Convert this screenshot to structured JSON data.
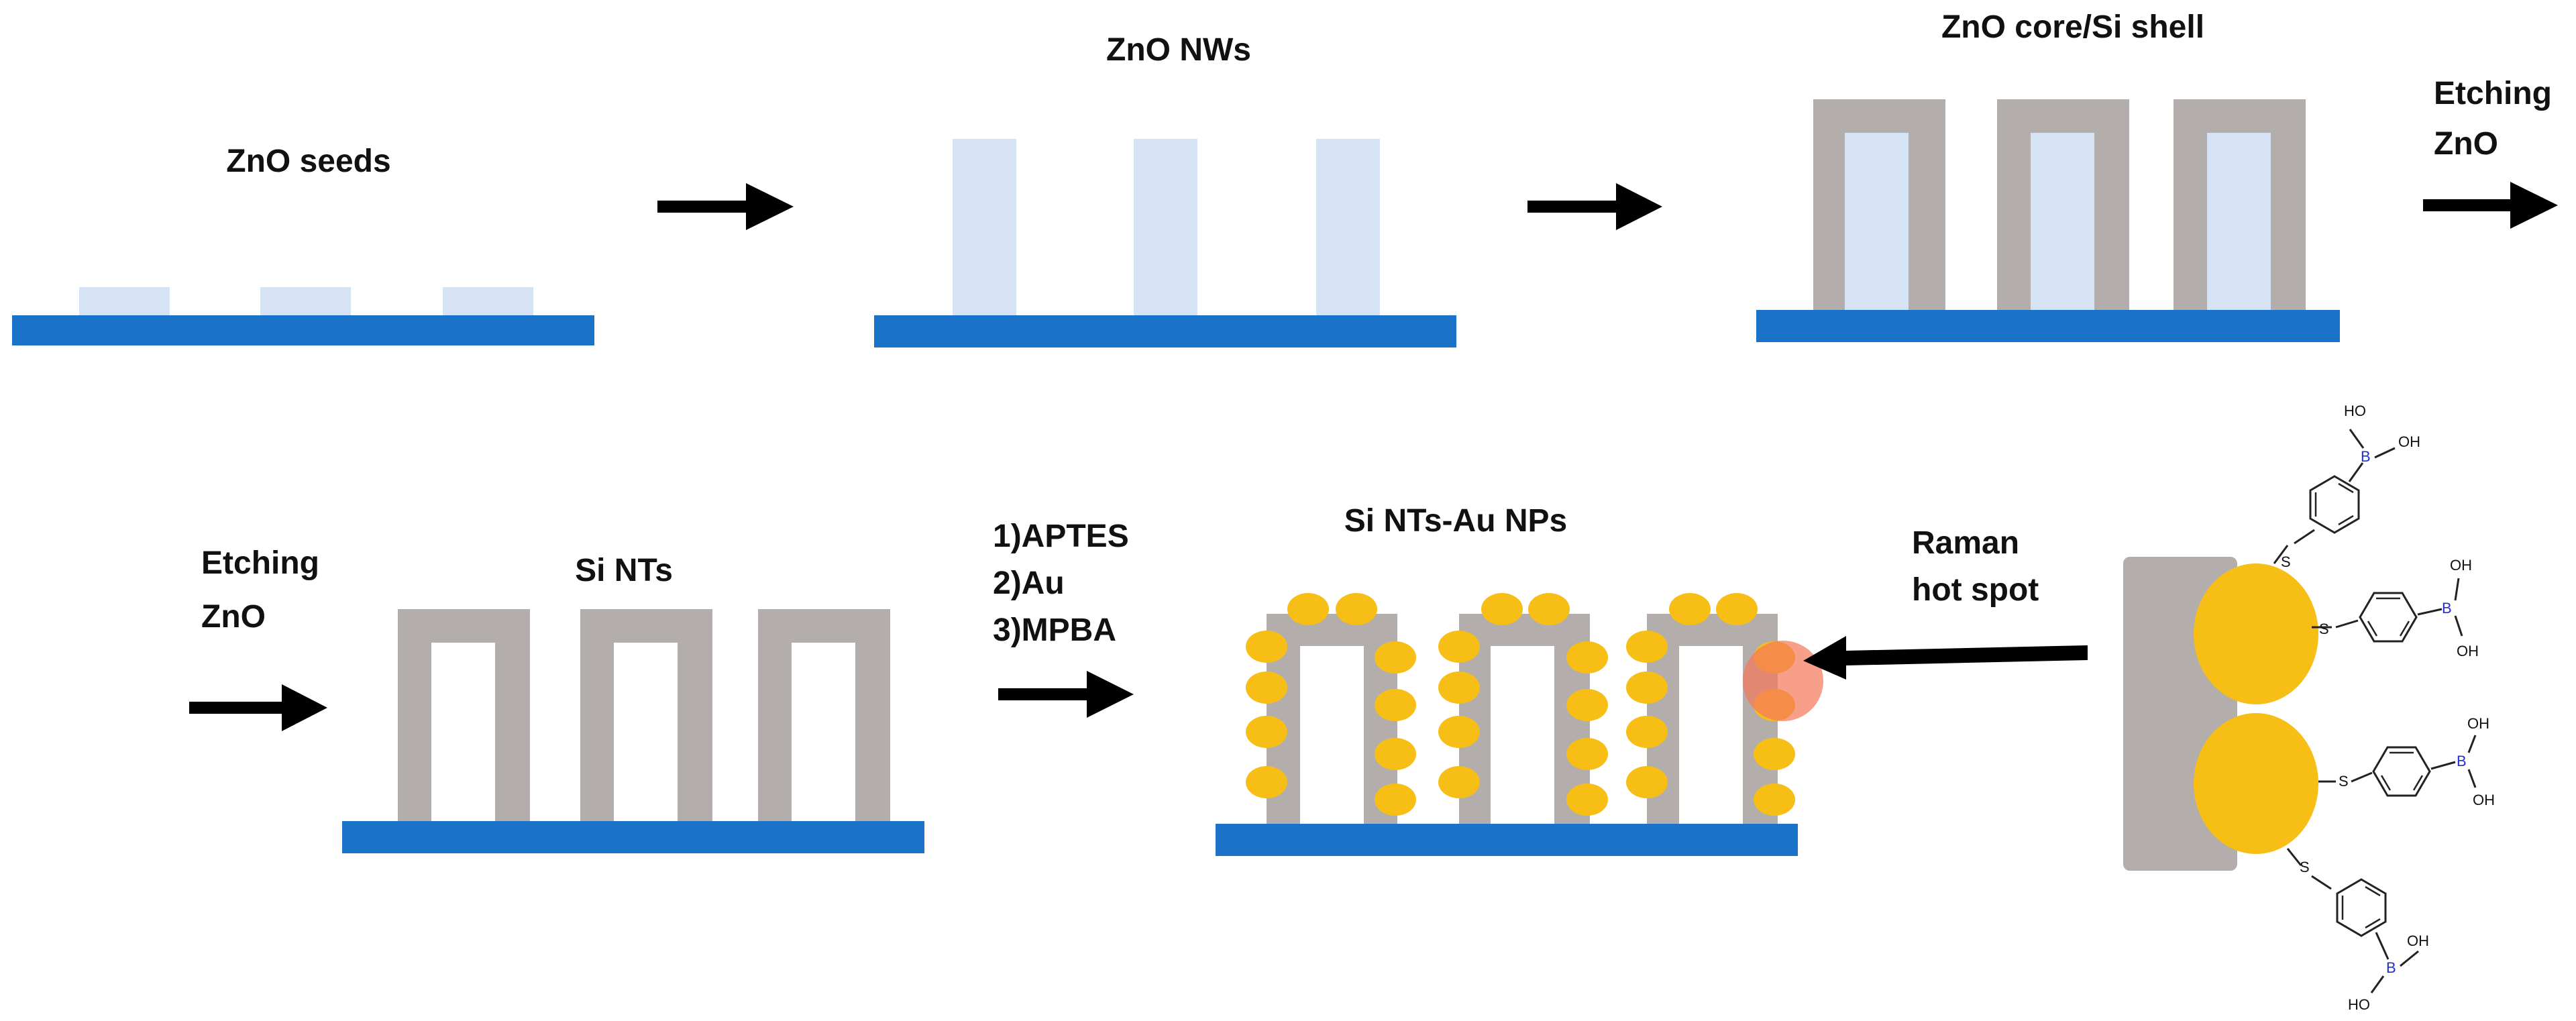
{
  "labels": {
    "zno_seeds": "ZnO seeds",
    "zno_nws": "ZnO NWs",
    "core_shell": "ZnO core/Si shell",
    "etching_1_line1": "Etching",
    "etching_1_line2": "ZnO",
    "etching_2_line1": "Etching",
    "etching_2_line2": "ZnO",
    "si_nts": "Si NTs",
    "step_1": "1)APTES",
    "step_2": "2)Au",
    "step_3": "3)MPBA",
    "si_nts_au": "Si NTs-Au NPs",
    "raman_line1": "Raman",
    "raman_line2": "hot spot"
  },
  "molecule": {
    "ho": "HO",
    "oh": "OH",
    "b": "B",
    "s": "S"
  },
  "colors": {
    "substrate": "#1a73c8",
    "zno": "#d6e3f5",
    "silicon": "#b3aeac",
    "gold": "#f7be16",
    "hotspot": "#f47a5c",
    "arrow": "#000000",
    "oxygen": "#e02020",
    "boron": "#2030d0"
  }
}
